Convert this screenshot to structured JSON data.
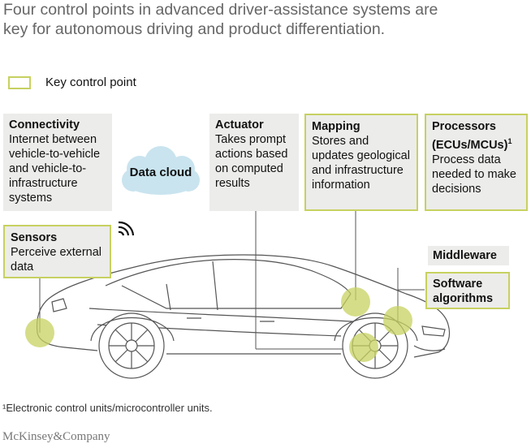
{
  "title": {
    "line1": "Four control points in advanced driver-assistance systems are",
    "line2": "key for autonomous driving and product differentiation."
  },
  "legend": {
    "label": "Key control point"
  },
  "boxes": {
    "connectivity": {
      "heading": "Connectivity",
      "body": "Internet between vehicle-to-vehicle and vehicle-to-infrastructure systems"
    },
    "sensors": {
      "heading": "Sensors",
      "body": "Perceive external data"
    },
    "actuator": {
      "heading": "Actuator",
      "body": "Takes prompt actions based on computed results"
    },
    "mapping": {
      "heading": "Mapping",
      "body": "Stores and updates geological and infrastructure information"
    },
    "processors": {
      "heading": "Processors (ECUs/MCUs)",
      "sup": "1",
      "body": "Process data needed to make decisions"
    },
    "middleware": {
      "heading": "Middleware"
    },
    "software": {
      "heading": "Software algorithms"
    }
  },
  "cloud": {
    "label": "Data cloud"
  },
  "footnote": "¹Electronic control units/microcontroller units.",
  "logo": "McKinsey&Company",
  "colors": {
    "key_border": "#c7d160",
    "marker_fill": "#c7d160",
    "box_fill": "#ececea",
    "cloud_fill": "#c9e4ef",
    "car_line": "#555555"
  },
  "icons": [
    "wireless-signal-icon",
    "data-cloud-icon",
    "car-illustration"
  ]
}
